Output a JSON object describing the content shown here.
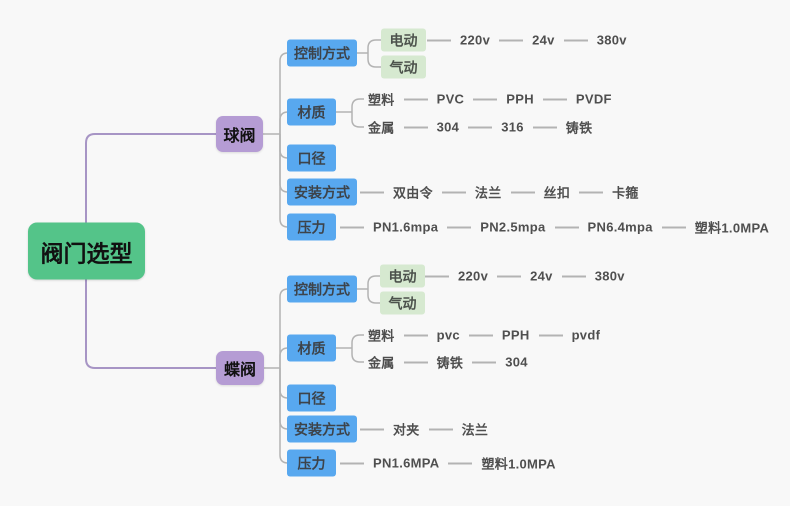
{
  "root": {
    "label": "阀门选型"
  },
  "ball_valve": {
    "label": "球阀",
    "control_method": {
      "label": "控制方式",
      "electric": {
        "label": "电动",
        "voltages": [
          "220v",
          "24v",
          "380v"
        ]
      },
      "pneumatic": {
        "label": "气动"
      }
    },
    "material": {
      "label": "材质",
      "plastic": {
        "label": "塑料",
        "types": [
          "PVC",
          "PPH",
          "PVDF"
        ]
      },
      "metal": {
        "label": "金属",
        "types": [
          "304",
          "316",
          "铸铁"
        ]
      }
    },
    "diameter": {
      "label": "口径"
    },
    "installation": {
      "label": "安装方式",
      "options": [
        "双由令",
        "法兰",
        "丝扣",
        "卡箍"
      ]
    },
    "pressure": {
      "label": "压力",
      "ratings": [
        "PN1.6mpa",
        "PN2.5mpa",
        "PN6.4mpa",
        "塑料1.0MPA"
      ]
    }
  },
  "butterfly_valve": {
    "label": "蝶阀",
    "control_method": {
      "label": "控制方式",
      "electric": {
        "label": "电动",
        "voltages": [
          "220v",
          "24v",
          "380v"
        ]
      },
      "pneumatic": {
        "label": "气动"
      }
    },
    "material": {
      "label": "材质",
      "plastic": {
        "label": "塑料",
        "types": [
          "pvc",
          "PPH",
          "pvdf"
        ]
      },
      "metal": {
        "label": "金属",
        "types": [
          "铸铁",
          "304"
        ]
      }
    },
    "diameter": {
      "label": "口径"
    },
    "installation": {
      "label": "安装方式",
      "options": [
        "对夹",
        "法兰"
      ]
    },
    "pressure": {
      "label": "压力",
      "ratings": [
        "PN1.6MPA",
        "塑料1.0MPA"
      ]
    }
  },
  "palette": {
    "background": "#f8f8f8",
    "root_green": "#54c489",
    "branch_purple": "#b59cd4",
    "category_blue": "#58a8ef",
    "option_green": "#d6e9d0",
    "connector_gray": "#b3b3b3",
    "connector_purple": "#a795c5",
    "leaf_text": "#4f4f4f"
  }
}
